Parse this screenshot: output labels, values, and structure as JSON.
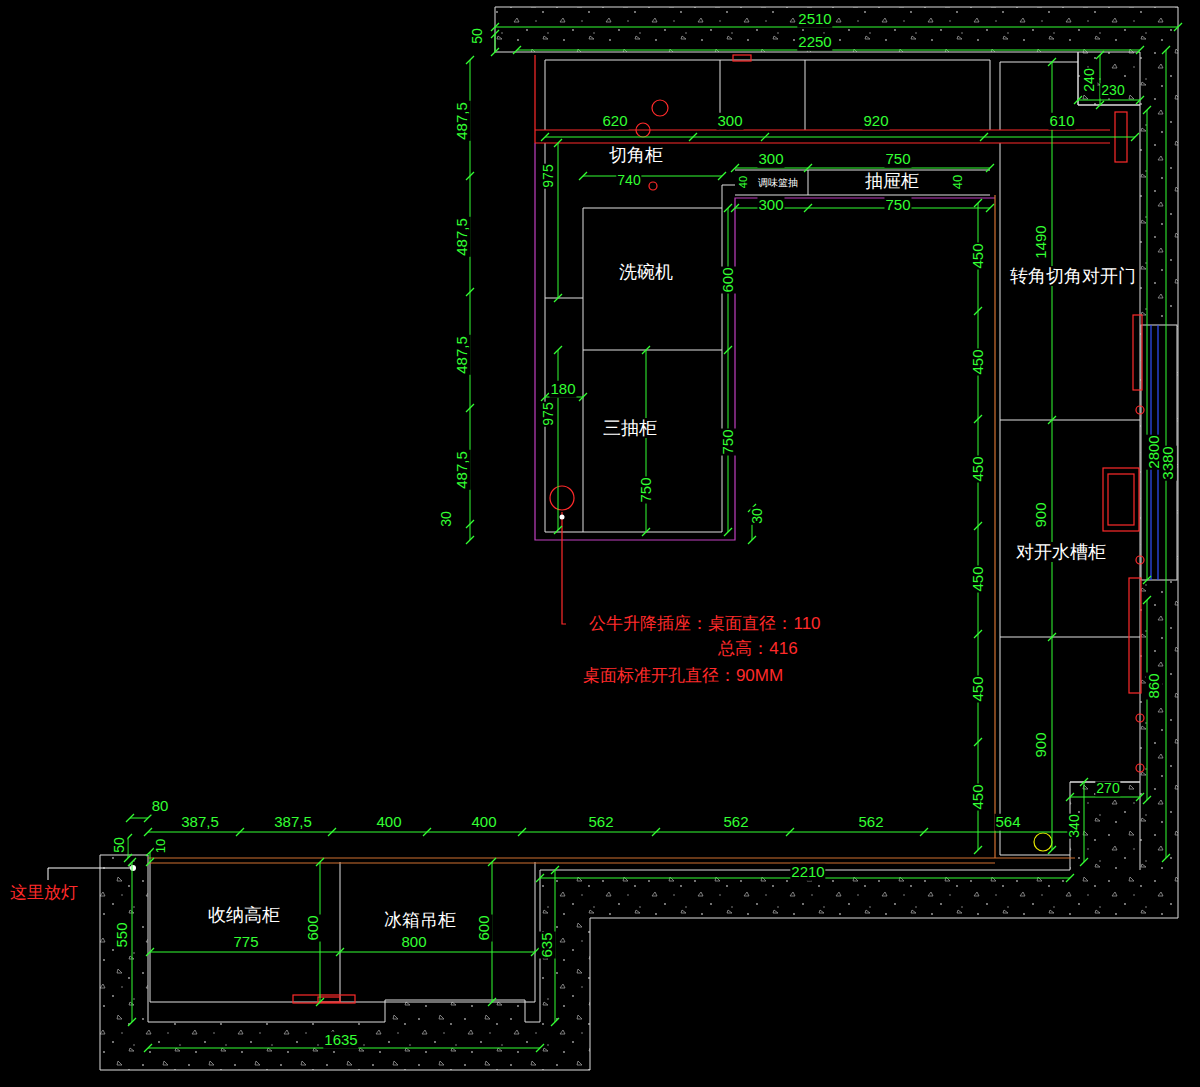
{
  "diagram": {
    "nodes": [
      {
        "text": [
          "切角柜"
        ]
      },
      {
        "text": [
          "抽屉柜"
        ]
      },
      {
        "text": [
          "洗碗机"
        ]
      },
      {
        "text": [
          "转角切角对开门"
        ]
      },
      {
        "text": [
          "三抽柜"
        ]
      },
      {
        "text": [
          "对开水槽柜"
        ]
      },
      {
        "text": [
          "收纳高柜"
        ]
      },
      {
        "text": [
          "冰箱吊柜"
        ]
      }
    ],
    "labels": [
      "2510",
      "50",
      "2250",
      "620",
      "300",
      "920",
      "610",
      "240",
      "230",
      "740",
      "975",
      "300",
      "750",
      "40",
      "调味篮抽",
      "40",
      "300",
      "750",
      "487,5",
      "487,5",
      "487,5",
      "487,5",
      "30",
      "450",
      "450",
      "450",
      "450",
      "450",
      "450",
      "1490",
      "600",
      "180",
      "975",
      "750",
      "750",
      "30",
      "2800",
      "3380",
      "900",
      "860",
      "900",
      "270",
      "340",
      "564",
      "80",
      "387,5",
      "387,5",
      "400",
      "400",
      "562",
      "562",
      "562",
      "50",
      "10",
      "2210",
      "775",
      "600",
      "800",
      "600",
      "550",
      "635",
      "1635",
      "这里放灯",
      "公牛升降插座：桌面直径：110",
      "总高：416",
      "桌面标准开孔直径：90MM"
    ]
  }
}
